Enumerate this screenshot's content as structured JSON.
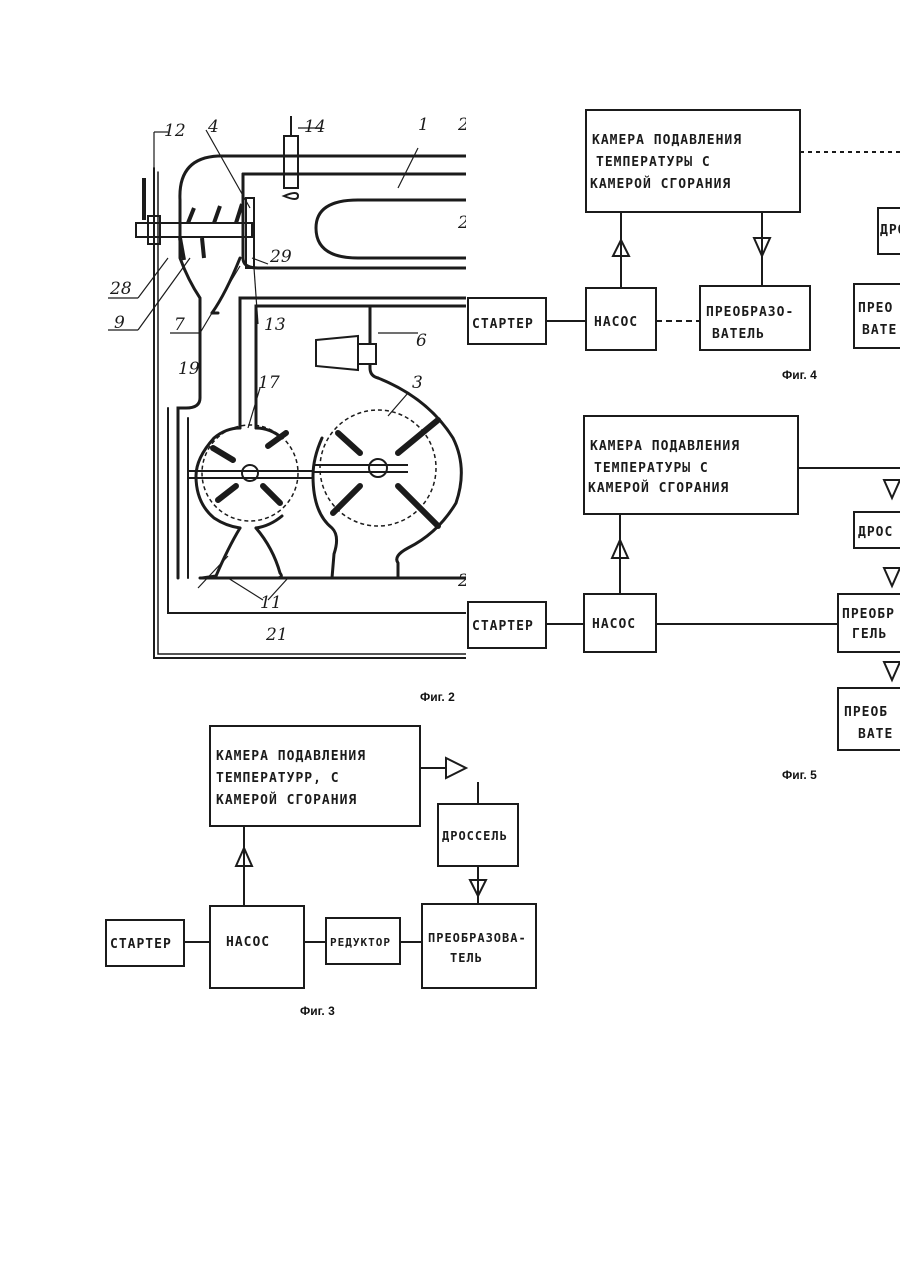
{
  "fig2": {
    "caption": "Фиг. 2",
    "part_numbers": {
      "n1": "1",
      "n2": "2",
      "n3": "3",
      "n4": "4",
      "n6": "6",
      "n7": "7",
      "n9": "9",
      "n11": "11",
      "n12": "12",
      "n13": "13",
      "n14": "14",
      "n17": "17",
      "n19": "19",
      "n21": "21",
      "n28": "28",
      "n29": "29",
      "n2b": "2",
      "n2c": "2"
    }
  },
  "fig3": {
    "caption": "Фиг. 3",
    "chamber": [
      "КАМЕРА ПОДАВЛЕНИЯ",
      "ТЕМПЕРАТУРР, С",
      "КАМЕРОЙ СГОРАНИЯ"
    ],
    "starter": "СТАРТЕР",
    "pump": "НАСОС",
    "reducer": "РЕДУКТОР",
    "throttle": "ДРОССЕЛЬ",
    "converter": [
      "ПРЕОБРАЗОВА-",
      "ТЕЛЬ"
    ]
  },
  "fig4": {
    "caption": "Фиг. 4",
    "chamber": [
      "КАМЕРА ПОДАВЛЕНИЯ",
      "ТЕМПЕРАТУРЫ С",
      "КАМЕРОЙ СГОРАНИЯ"
    ],
    "starter": "СТАРТЕР",
    "pump": "НАСОС",
    "converter": [
      "ПРЕОБРАЗО-",
      "ВАТЕЛЬ"
    ],
    "throttle_cut": "ДРО",
    "converter2_cut": [
      "ПРЕО",
      "ВАТЕ"
    ]
  },
  "fig5": {
    "caption": "Фиг. 5",
    "chamber": [
      "КАМЕРА ПОДАВЛЕНИЯ",
      "ТЕМПЕРАТУРЫ С",
      "КАМЕРОЙ СГОРАНИЯ"
    ],
    "starter": "СТАРТЕР",
    "pump": "НАСОС",
    "throttle_cut": "ДРОС",
    "converter_cut": [
      "ПРЕОБР",
      "ГЕЛЬ"
    ],
    "converter2_cut": [
      "ПРЕОБ",
      "ВАТЕ"
    ]
  }
}
